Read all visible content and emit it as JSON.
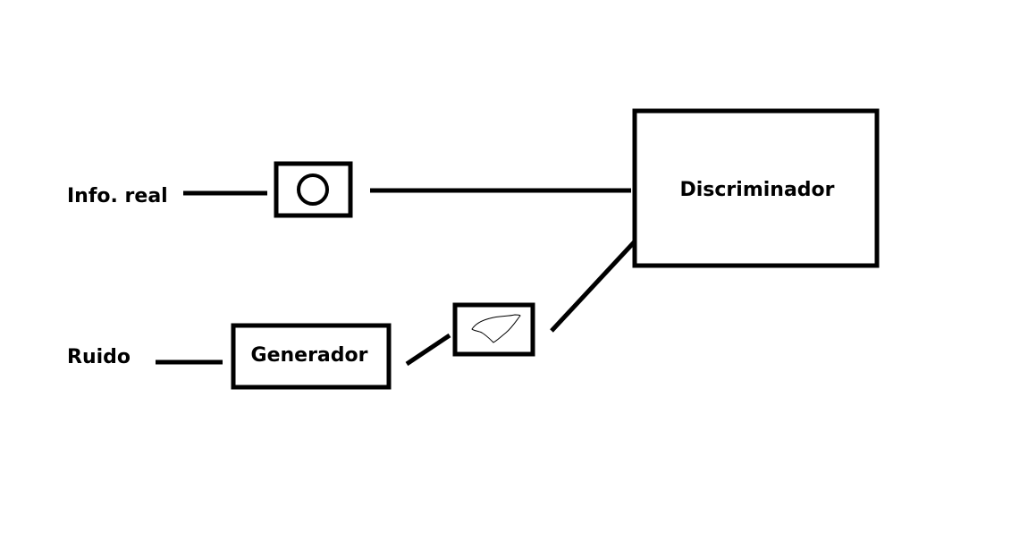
{
  "nodes": {
    "real_input_label": "Info. real",
    "noise_input_label": "Ruido",
    "generator_label": "Generador",
    "discriminator_label": "Discriminador"
  },
  "icons": {
    "real_sample": "circle-icon",
    "generated_sample": "scribble-shape-icon"
  },
  "colors": {
    "stroke": "#000000",
    "background": "#ffffff"
  }
}
